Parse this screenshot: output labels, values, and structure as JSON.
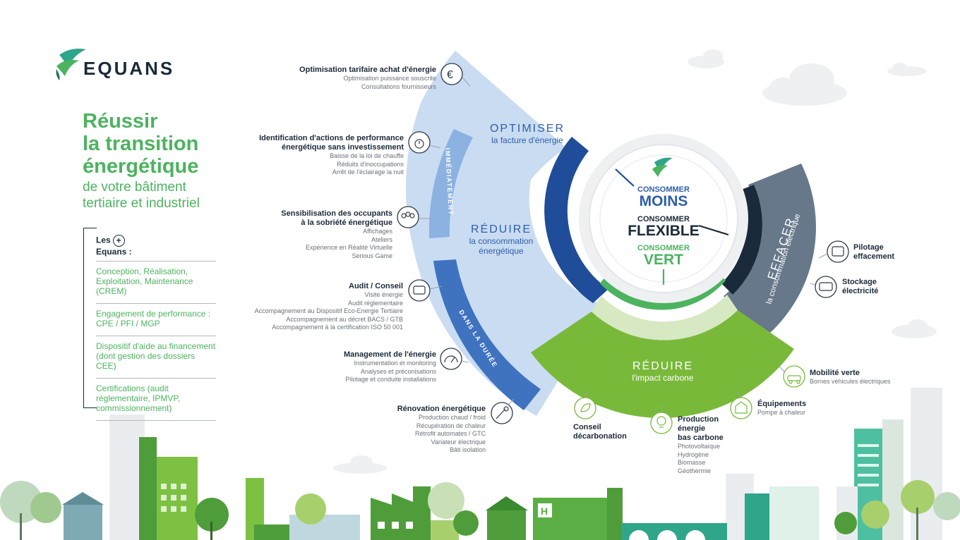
{
  "brand": {
    "name": "EQUANS"
  },
  "headline": {
    "line1": "Réussir",
    "line2": "la transition",
    "line3": "énergétique",
    "sub1": "de votre bâtiment",
    "sub2": "tertiaire et industriel"
  },
  "plus_panel": {
    "title_les": "Les",
    "plus": "+",
    "title_equans": "Equans :",
    "items": [
      "Conception, Réalisation, Exploitation, Maintenance (CREM)",
      "Engagement de performance : CPE / PFI / MGP",
      "Dispositif d'aide au financement (dont gestion des dossiers CEE)",
      "Certifications (audit réglementaire, IPMVP, commissionnement)"
    ]
  },
  "bands": {
    "immediate": "IMMÉDIATEMENT",
    "duration": "DANS LA DURÉE"
  },
  "segments": {
    "optimiser": {
      "big": "OPTIMISER",
      "small": "la facture d'énergie"
    },
    "reduire_conso": {
      "big": "RÉDUIRE",
      "small1": "la consommation",
      "small2": "énergétique"
    },
    "effacer": {
      "big": "EFFACER",
      "small": "la consommation électrique"
    },
    "reduire_carbone": {
      "big": "RÉDUIRE",
      "small": "l'impact carbone"
    }
  },
  "core": {
    "moins_cap": "CONSOMMER",
    "moins_big": "MOINS",
    "flexible_cap": "CONSOMMER",
    "flexible_big": "FLEXIBLE",
    "vert_cap": "CONSOMMER",
    "vert_big": "VERT"
  },
  "left_items": [
    {
      "title": "Optimisation tarifaire achat d'énergie",
      "lines": [
        "Optimisation puissance souscrite",
        "Consultations fournisseurs"
      ],
      "icon": "euro-icon"
    },
    {
      "title1": "Identification d'actions de performance",
      "title2": "énergétique sans investissement",
      "lines": [
        "Baisse de la loi de chauffe",
        "Réduits d'inoccupations",
        "Arrêt de l'éclairage la nuit"
      ],
      "icon": "timer-icon"
    },
    {
      "title1": "Sensibilisation des occupants",
      "title2": "à la sobriété énergétique",
      "lines": [
        "Affichages",
        "Ateliers",
        "Expérience en Réalité Virtuelle",
        "Serious Game"
      ],
      "icon": "people-icon"
    },
    {
      "title": "Audit / Conseil",
      "lines": [
        "Visite énergie",
        "Audit réglementaire",
        "Accompagnement au Dispositif Eco-Energie Tertiaire",
        "Accompagnement au décret BACS / GTB",
        "Accompagnement à la certification ISO 50 001"
      ],
      "icon": "chat-icon"
    },
    {
      "title": "Management de l'énergie",
      "lines": [
        "Instrumentation et monitoring",
        "Analyses et préconisations",
        "Pilotage et conduite installations"
      ],
      "icon": "gauge-icon"
    },
    {
      "title": "Rénovation énergétique",
      "lines": [
        "Production chaud / froid",
        "Récupération de chaleur",
        "Rétrofit automates / GTC",
        "Variateur électrique",
        "Bâti isolation"
      ],
      "icon": "wrench-icon"
    }
  ],
  "right_items": {
    "pilotage": {
      "title1": "Pilotage",
      "title2": "effacement"
    },
    "stockage": {
      "title1": "Stockage",
      "title2": "électricité"
    },
    "mobilite": {
      "title": "Mobilité verte",
      "line": "Bornes véhicules électriques"
    },
    "equipements": {
      "title": "Équipements",
      "line": "Pompe à chaleur"
    },
    "production": {
      "title1": "Production",
      "title2": "énergie",
      "title3": "bas carbone",
      "lines": [
        "Photovoltaïque",
        "Hydrogène",
        "Biomasse",
        "Géothermie"
      ]
    },
    "conseil": {
      "title1": "Conseil",
      "title2": "décarbonation"
    }
  },
  "colors": {
    "green": "#4cb35f",
    "light_blue": "#c9dcf2",
    "mid_blue": "#3f73c0",
    "dark_blue": "#1f4d99",
    "navy": "#1b2a3a",
    "slate": "#66788a",
    "lime": "#79b93a"
  }
}
